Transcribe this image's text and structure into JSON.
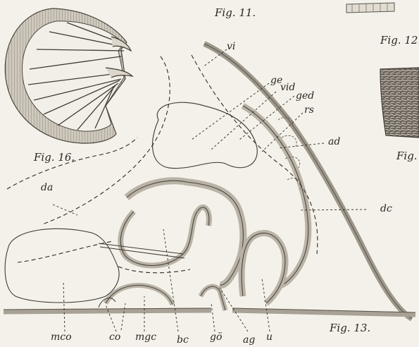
{
  "figure_captions": {
    "fig11": "Fig. 11.",
    "fig12": "Fig. 12.",
    "fig13": "Fig. 13.",
    "fig16": "Fig. 16.",
    "fig_partial": "Fig."
  },
  "labels": {
    "vi": "vi",
    "ge": "ge",
    "vid": "vid",
    "ged": "ged",
    "rs": "rs",
    "ad": "ad",
    "da": "da",
    "dc": "dc",
    "mco": "mco",
    "co": "co",
    "mgc": "mgc",
    "bc": "bc",
    "go": "gö",
    "ag": "ag",
    "u": "u"
  }
}
